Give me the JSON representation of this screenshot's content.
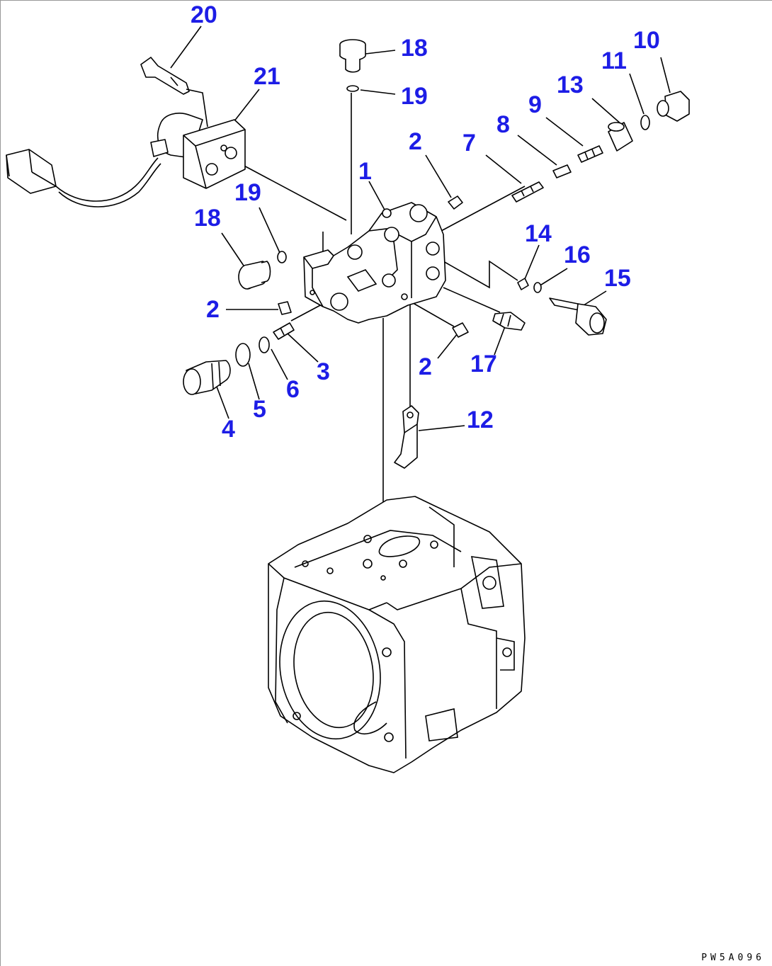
{
  "drawing_code": "PW5A096",
  "labels": [
    {
      "id": "l20",
      "text": "20"
    },
    {
      "id": "l21",
      "text": "21"
    },
    {
      "id": "l18a",
      "text": "18"
    },
    {
      "id": "l19a",
      "text": "19"
    },
    {
      "id": "l10",
      "text": "10"
    },
    {
      "id": "l11",
      "text": "11"
    },
    {
      "id": "l13",
      "text": "13"
    },
    {
      "id": "l9",
      "text": "9"
    },
    {
      "id": "l8",
      "text": "8"
    },
    {
      "id": "l2a",
      "text": "2"
    },
    {
      "id": "l7",
      "text": "7"
    },
    {
      "id": "l1",
      "text": "1"
    },
    {
      "id": "l19b",
      "text": "19"
    },
    {
      "id": "l18b",
      "text": "18"
    },
    {
      "id": "l14",
      "text": "14"
    },
    {
      "id": "l16",
      "text": "16"
    },
    {
      "id": "l15",
      "text": "15"
    },
    {
      "id": "l2b",
      "text": "2"
    },
    {
      "id": "l3",
      "text": "3"
    },
    {
      "id": "l6",
      "text": "6"
    },
    {
      "id": "l5",
      "text": "5"
    },
    {
      "id": "l4",
      "text": "4"
    },
    {
      "id": "l2c",
      "text": "2"
    },
    {
      "id": "l17",
      "text": "17"
    },
    {
      "id": "l12",
      "text": "12"
    }
  ]
}
